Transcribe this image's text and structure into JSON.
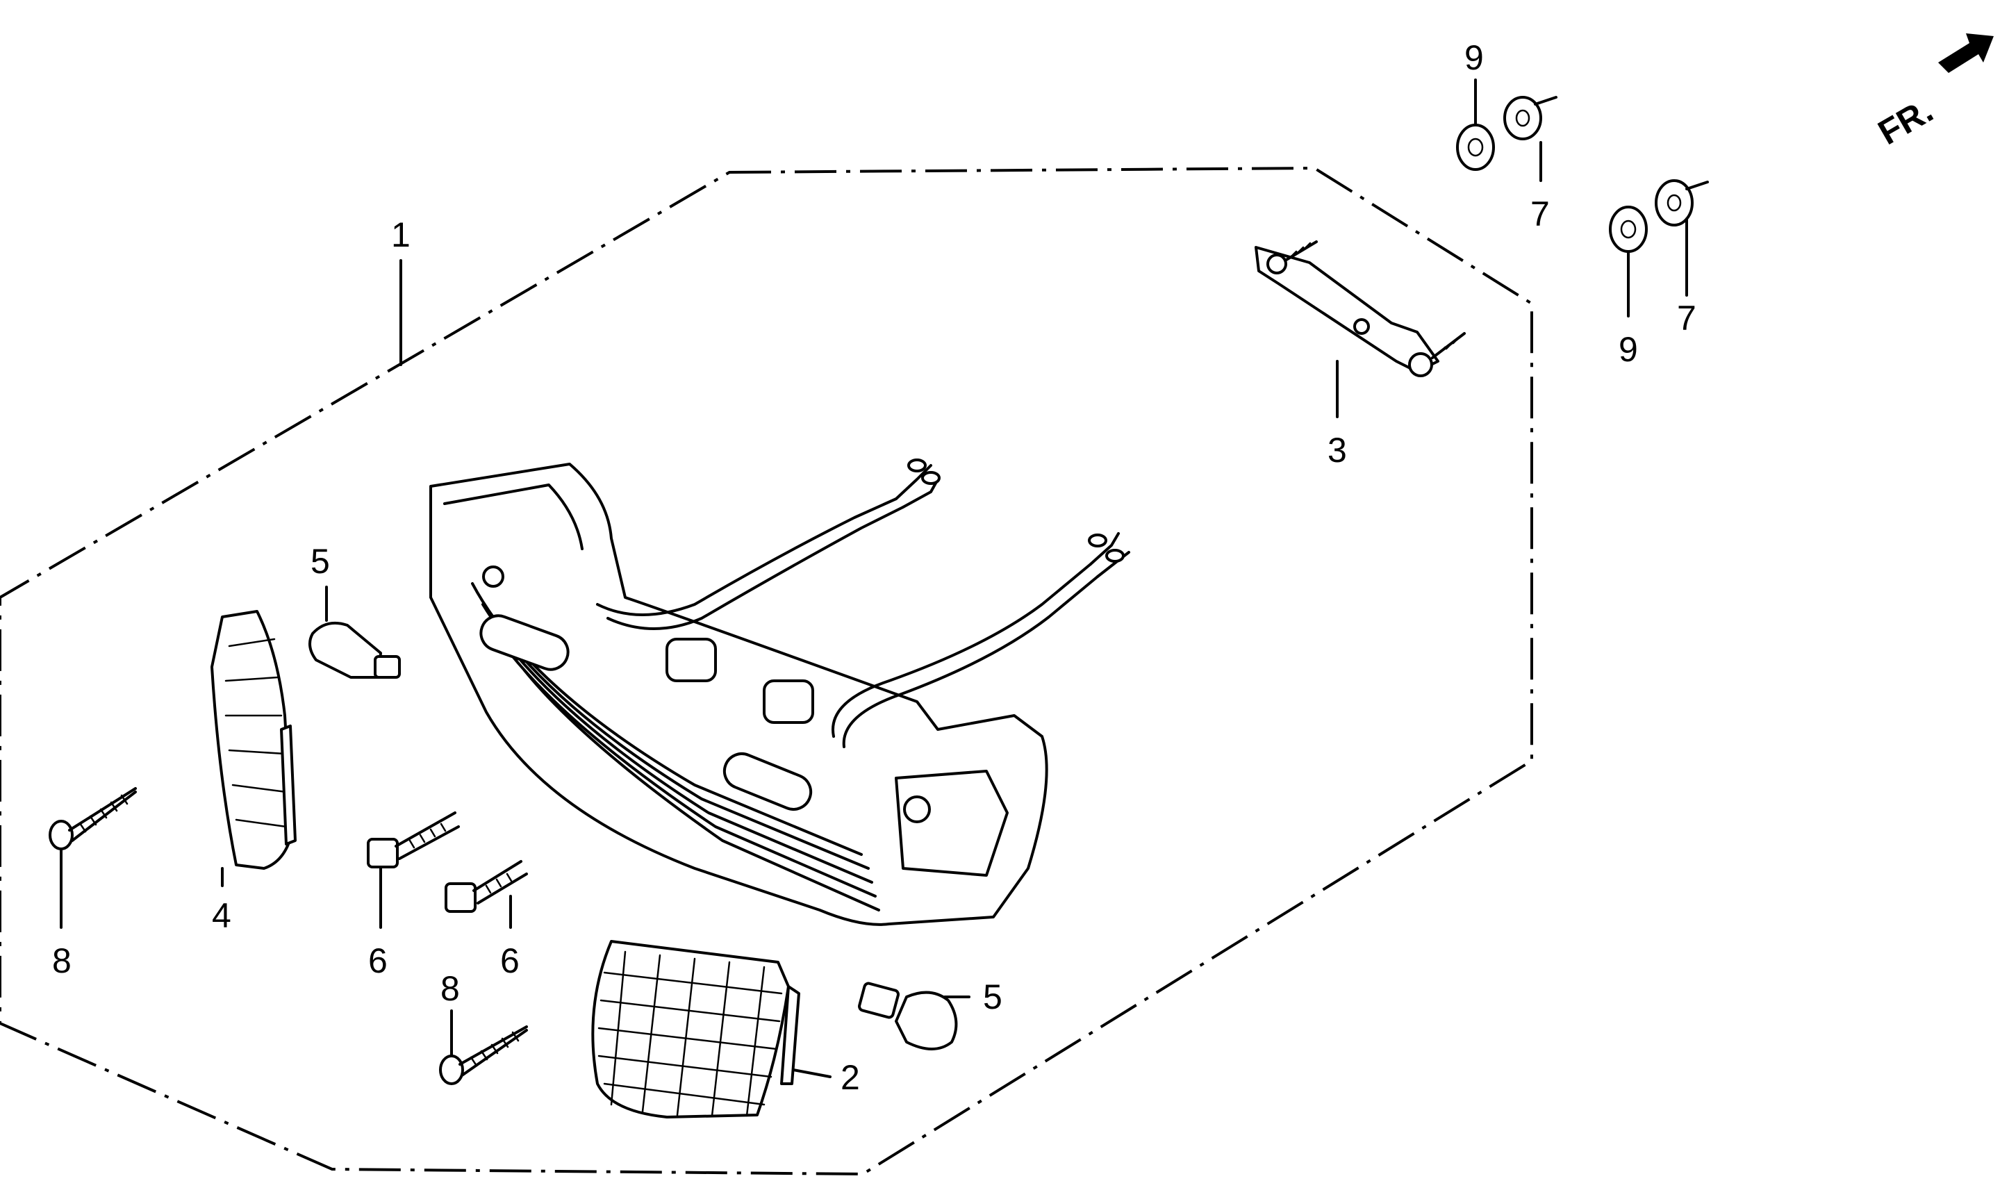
{
  "direction_label": "FR.",
  "callouts": [
    "1",
    "2",
    "3",
    "4",
    "5",
    "5",
    "6",
    "6",
    "7",
    "7",
    "8",
    "8",
    "9",
    "9"
  ]
}
